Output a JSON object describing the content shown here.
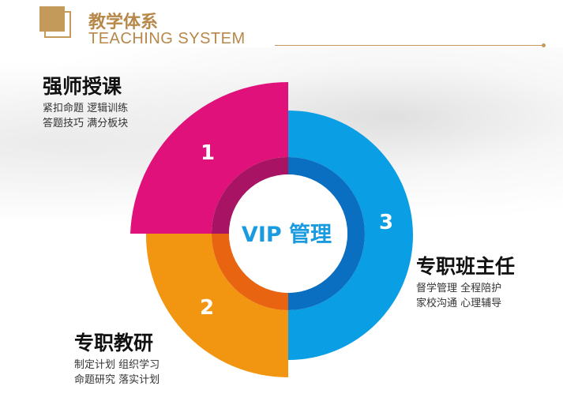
{
  "header": {
    "title_cn": "教学体系",
    "title_en": "TEACHING SYSTEM"
  },
  "center": {
    "label": "VIP 管理"
  },
  "segments": [
    {
      "number": "1",
      "title": "强师授课",
      "lines": [
        "紧扣命题  逻辑训练",
        "答题技巧  满分板块"
      ],
      "color": "#e0117b",
      "inner_color": "#a81364"
    },
    {
      "number": "2",
      "title": "专职教研",
      "lines": [
        "制定计划  组织学习",
        "命题研究  落实计划"
      ],
      "color": "#f29612",
      "inner_color": "#e86410"
    },
    {
      "number": "3",
      "title": "专职班主任",
      "lines": [
        "督学管理  全程陪护",
        "家校沟通  心理辅导"
      ],
      "color": "#0a9ee4",
      "inner_color": "#0a6fc0"
    }
  ],
  "colors": {
    "accent": "#c49a5a",
    "center_text": "#1a9be0"
  }
}
